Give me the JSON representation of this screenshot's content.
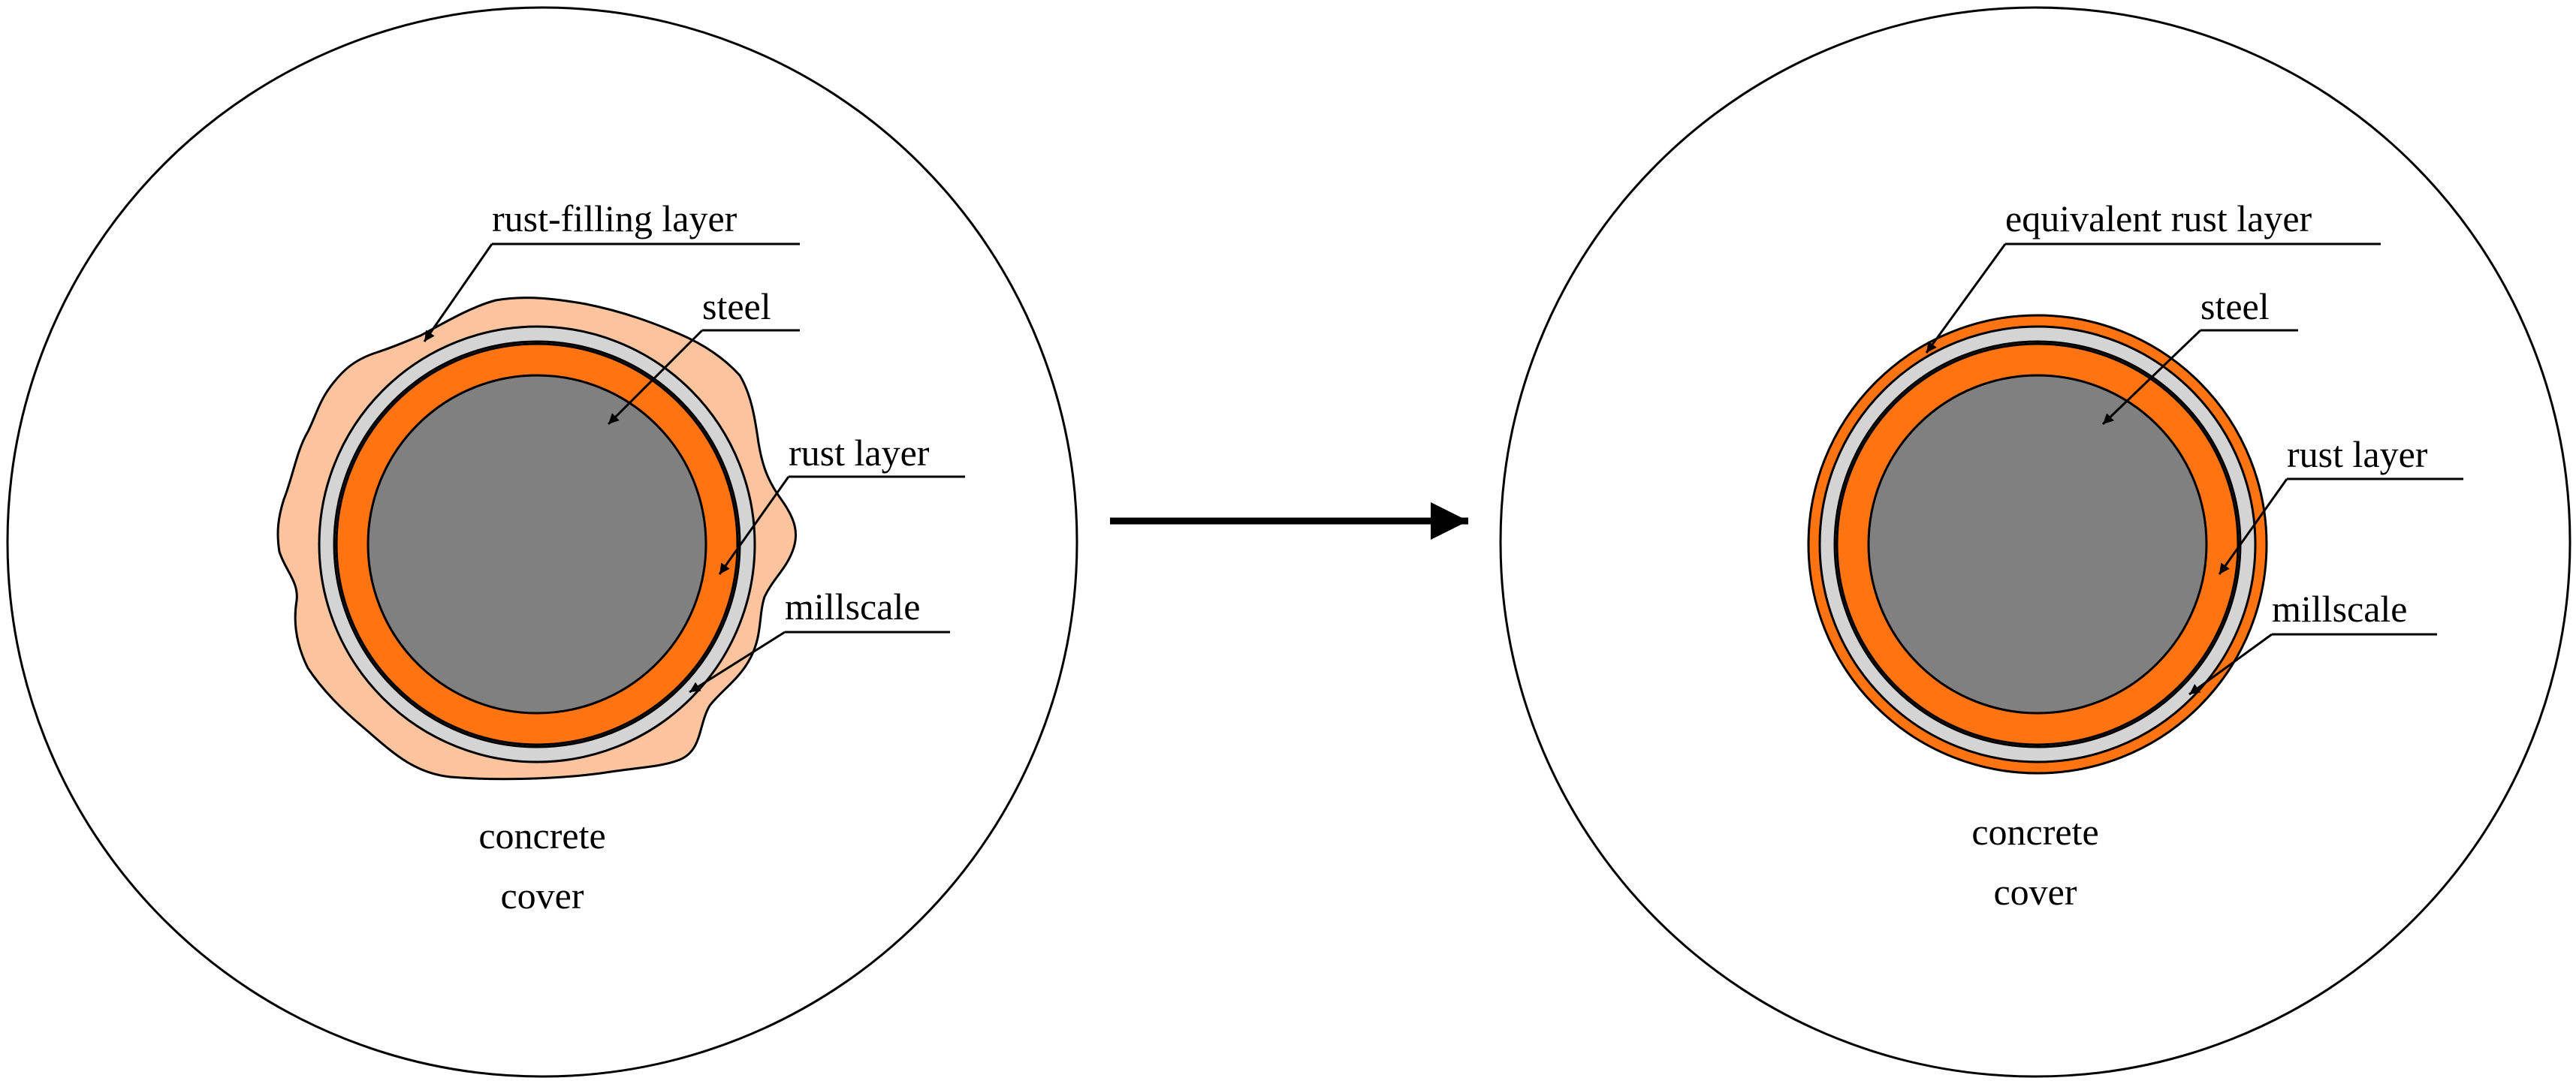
{
  "colors": {
    "concrete": "#ffffff",
    "rust_filling": "#fcc49e",
    "millscale": "#d4d4d4",
    "rust": "#ff7310",
    "steel": "#808080",
    "outline": "#000000"
  },
  "left_panel": {
    "labels": {
      "rust_filling_layer": "rust-filling layer",
      "steel": "steel",
      "rust_layer": "rust layer",
      "millscale": "millscale",
      "concrete_line1": "concrete",
      "concrete_line2": "cover"
    }
  },
  "right_panel": {
    "labels": {
      "equivalent_rust_layer": "equivalent rust layer",
      "steel": "steel",
      "rust_layer": "rust layer",
      "millscale": "millscale",
      "concrete_line1": "concrete",
      "concrete_line2": "cover"
    }
  }
}
